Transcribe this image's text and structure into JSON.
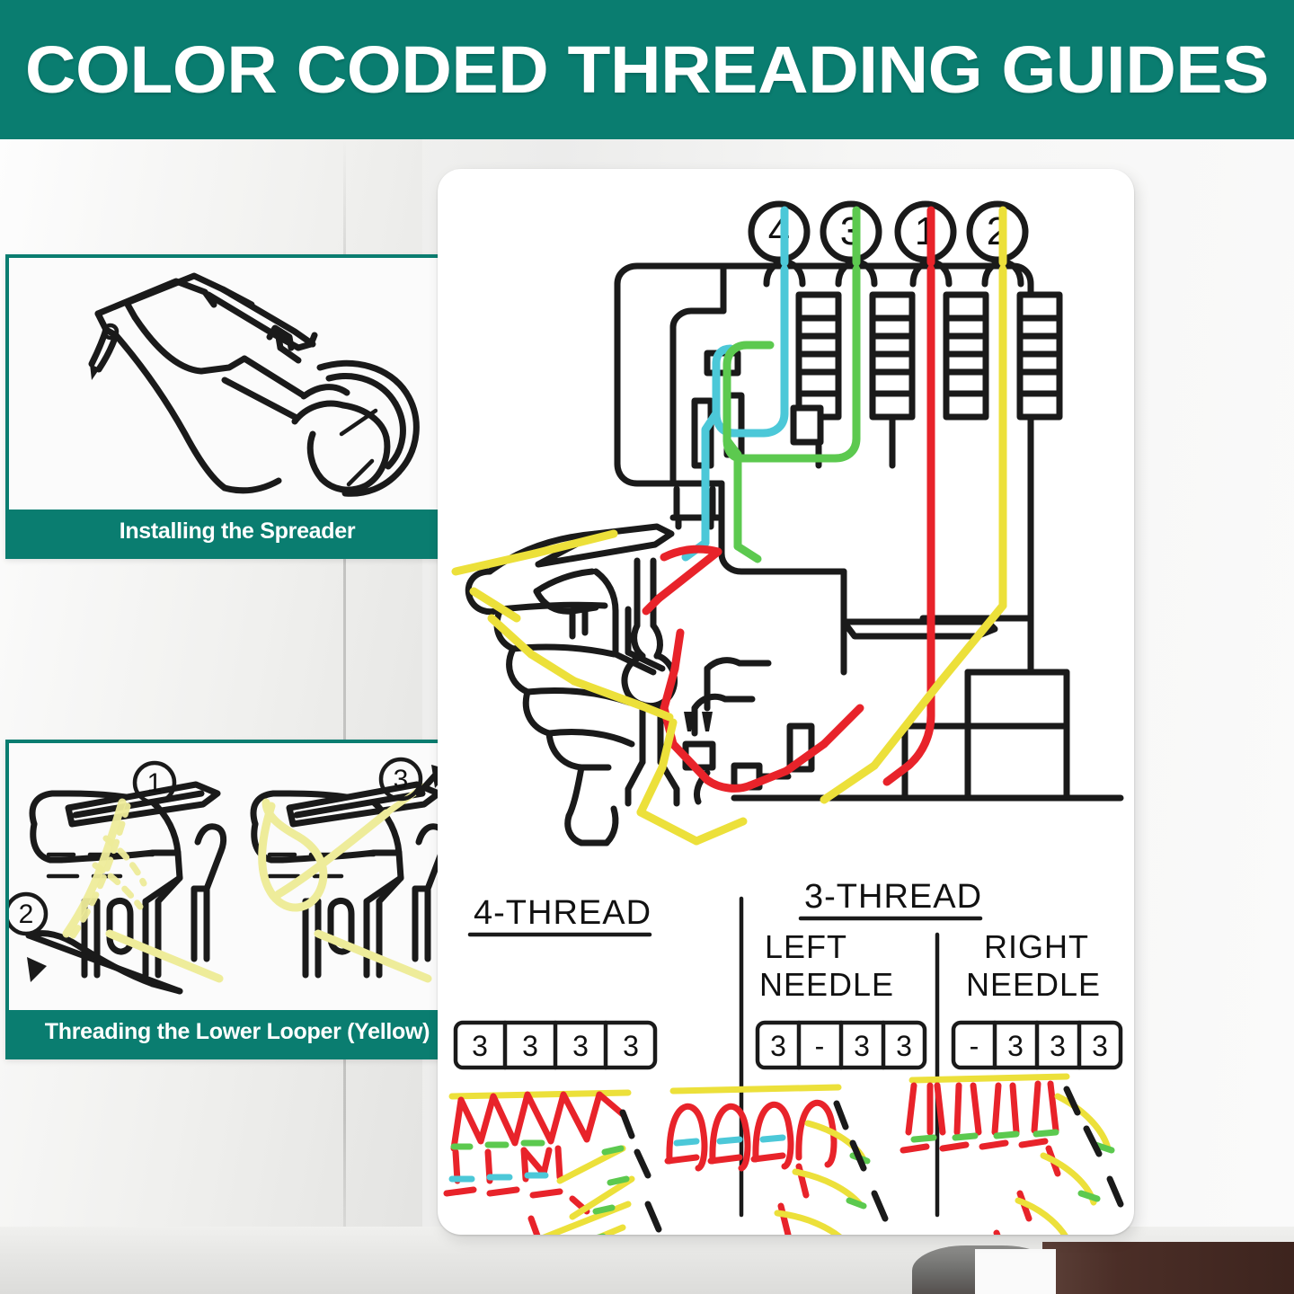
{
  "banner": {
    "title": "COLOR CODED THREADING GUIDES"
  },
  "colors": {
    "teal": "#0a7d70",
    "thread_1_red": "#e8232a",
    "thread_2_yellow": "#ece03a",
    "thread_3_green": "#5cc94f",
    "thread_4_cyan": "#4cc8d8",
    "ink": "#1a1a1a",
    "card_white": "#ffffff"
  },
  "insets": [
    {
      "id": "spreader",
      "caption": "Installing the Spreader",
      "art": "spreader-line-drawing"
    },
    {
      "id": "lower-looper",
      "caption": "Threading the Lower Looper (Yellow)",
      "art": "lower-looper-two-panel-drawing",
      "step_markers": [
        "1",
        "2",
        "3"
      ]
    }
  ],
  "main_diagram": {
    "art": "serger-threading-schematic",
    "thread_markers": [
      {
        "label": "4",
        "color": "#4cc8d8",
        "name": "upper-looper-cyan"
      },
      {
        "label": "3",
        "color": "#5cc94f",
        "name": "lower-looper-green"
      },
      {
        "label": "1",
        "color": "#e8232a",
        "name": "left-needle-red"
      },
      {
        "label": "2",
        "color": "#ece03a",
        "name": "right-needle-yellow"
      }
    ]
  },
  "stitch_table": {
    "headers": {
      "left": "4-THREAD",
      "right_group": "3-THREAD",
      "right_sub": [
        "LEFT\nNEEDLE",
        "RIGHT\nNEEDLE"
      ],
      "right_sub_line1": [
        "LEFT",
        "RIGHT"
      ],
      "right_sub_line2": [
        "NEEDLE",
        "NEEDLE"
      ]
    },
    "columns": [
      {
        "name": "4-thread",
        "title": "4-THREAD",
        "tensions": [
          "3",
          "3",
          "3",
          "3"
        ],
        "stitch": "four-thread-overlock-stitch"
      },
      {
        "name": "3-thread-left-needle",
        "title_line1": "LEFT",
        "title_line2": "NEEDLE",
        "tensions": [
          "3",
          "-",
          "3",
          "3"
        ],
        "stitch": "three-thread-left-needle-stitch"
      },
      {
        "name": "3-thread-right-needle",
        "title_line1": "RIGHT",
        "title_line2": "NEEDLE",
        "tensions": [
          "-",
          "3",
          "3",
          "3"
        ],
        "stitch": "three-thread-right-needle-stitch"
      }
    ]
  }
}
